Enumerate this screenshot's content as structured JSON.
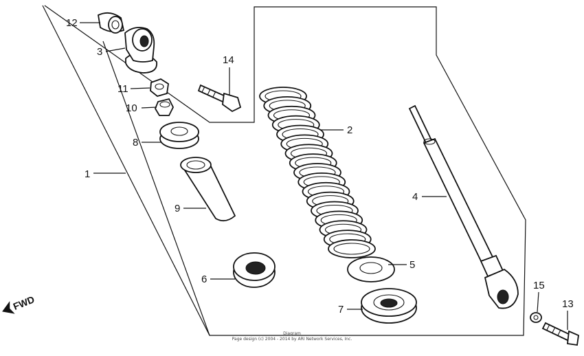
{
  "callouts": {
    "c1": "1",
    "c2": "2",
    "c3": "3",
    "c4": "4",
    "c5": "5",
    "c6": "6",
    "c7": "7",
    "c8": "8",
    "c9": "9",
    "c10": "10",
    "c11": "11",
    "c12": "12",
    "c13": "13",
    "c14": "14",
    "c15": "15"
  },
  "direction_label": "FWD",
  "footer": {
    "line1": "Diagram",
    "line2": "Page design (c) 2004 - 2014 by ARI Network Services, Inc."
  }
}
